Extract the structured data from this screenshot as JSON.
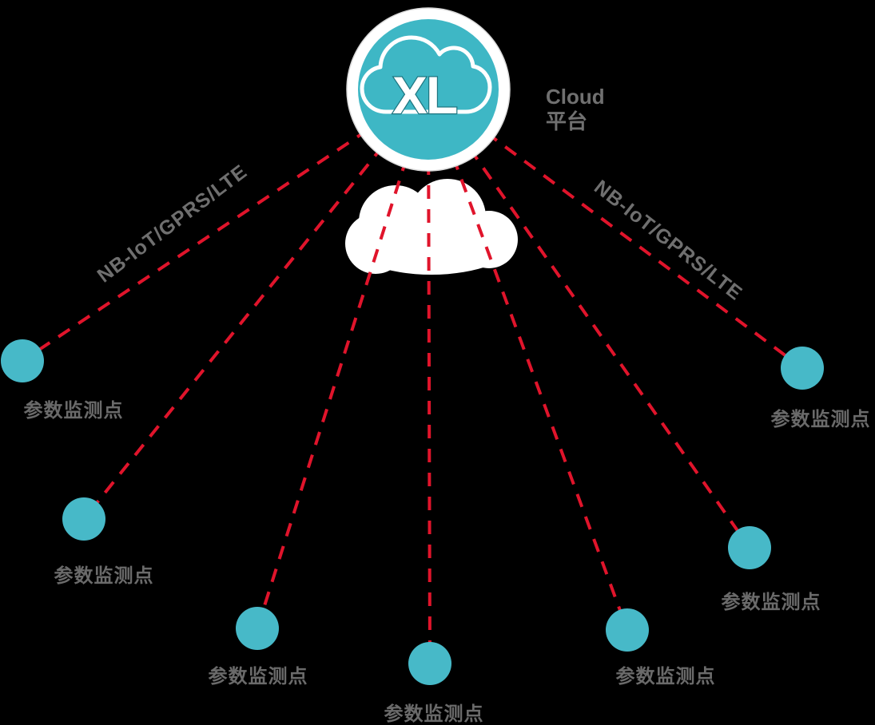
{
  "hub": {
    "icon_text": "XL",
    "label_line1": "Cloud",
    "label_line2": "平台"
  },
  "links": {
    "left_label": "NB-IoT/GPRS/LTE",
    "right_label": "NB-IoT/GPRS/LTE"
  },
  "nodes": [
    {
      "label": "参数监测点"
    },
    {
      "label": "参数监测点"
    },
    {
      "label": "参数监测点"
    },
    {
      "label": "参数监测点"
    },
    {
      "label": "参数监测点"
    },
    {
      "label": "参数监测点"
    },
    {
      "label": "参数监测点"
    }
  ],
  "colors": {
    "background": "#000000",
    "hub_teal": "#3EB7C5",
    "node_teal": "#47B9C8",
    "line_red": "#E0142B",
    "carrier_cloud": "#FFFFFF",
    "label_gray": "#6A6A6A"
  }
}
